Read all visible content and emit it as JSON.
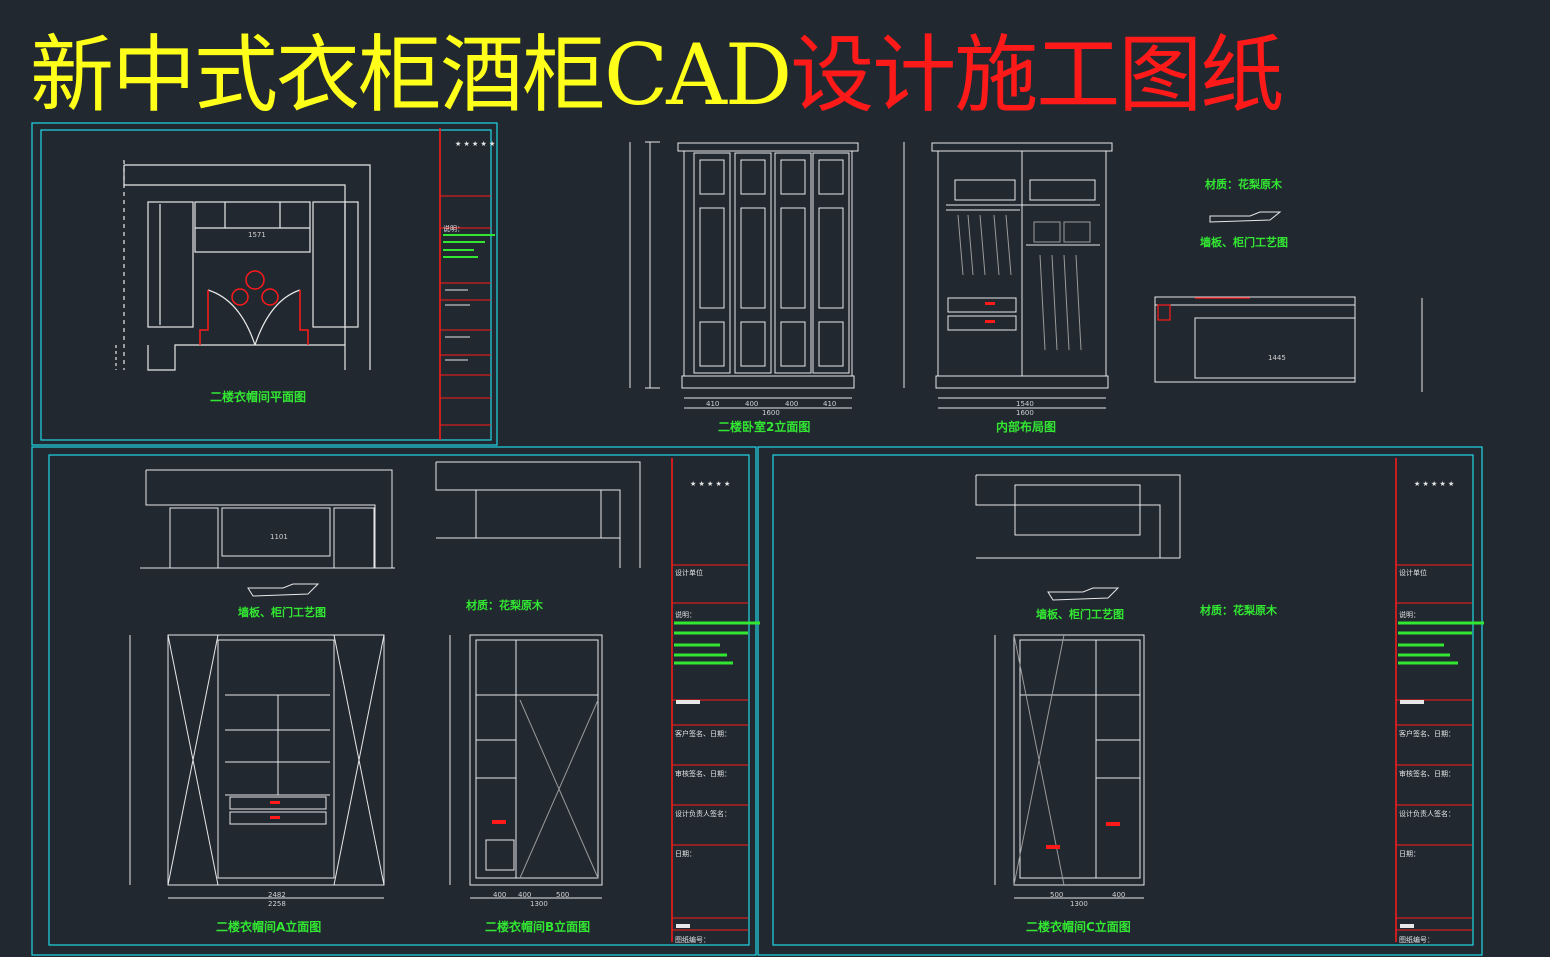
{
  "title": {
    "part_yellow": "新中式衣柜酒柜CAD",
    "part_red": "设计施工图纸"
  },
  "captions": {
    "plan": "二楼衣帽间平面图",
    "elev2": "二楼卧室2立面图",
    "interior": "内部布局图",
    "elevA": "二楼衣帽间A立面图",
    "elevB": "二楼衣帽间B立面图",
    "elevC": "二楼衣帽间C立面图"
  },
  "notes": {
    "material_1": "材质：花梨原木",
    "craft_1": "墙板、柜门工艺图",
    "material_2": "材质：花梨原木",
    "craft_2": "墙板、柜门工艺图",
    "material_3": "材质：花梨原木",
    "craft_3": "墙板、柜门工艺图"
  },
  "dimensions": {
    "elev2_bottom": [
      "410",
      "400",
      "400",
      "410"
    ],
    "elev2_total": "1600",
    "interior_bottom": "1540",
    "interior_total": "1600",
    "elevA_bottom": "2482",
    "elevA_total": "2258",
    "elevB_bottom": [
      "400",
      "400",
      "500"
    ],
    "elevB_total": "1300",
    "elevC_bottom": [
      "500",
      "400"
    ],
    "elevC_total": "1300",
    "plan_mid": "1571",
    "top_detail": "1445",
    "a_top": "1101"
  },
  "title_block": {
    "stars": "★ ★ ★ ★ ★",
    "designer": "设计单位",
    "note": "说明：",
    "client_date": "客户签名、日期：",
    "review_date": "审核签名、日期：",
    "design_sign": "设计负责人签名：",
    "date": "日期：",
    "drawing_no": "图纸编号："
  },
  "colors": {
    "background": "#212830",
    "line": "#e8e8e8",
    "frame": "#1fd7e6",
    "accent_red": "#ff1a1a",
    "caption_green": "#32e632",
    "title_yellow": "#ffff1a"
  }
}
